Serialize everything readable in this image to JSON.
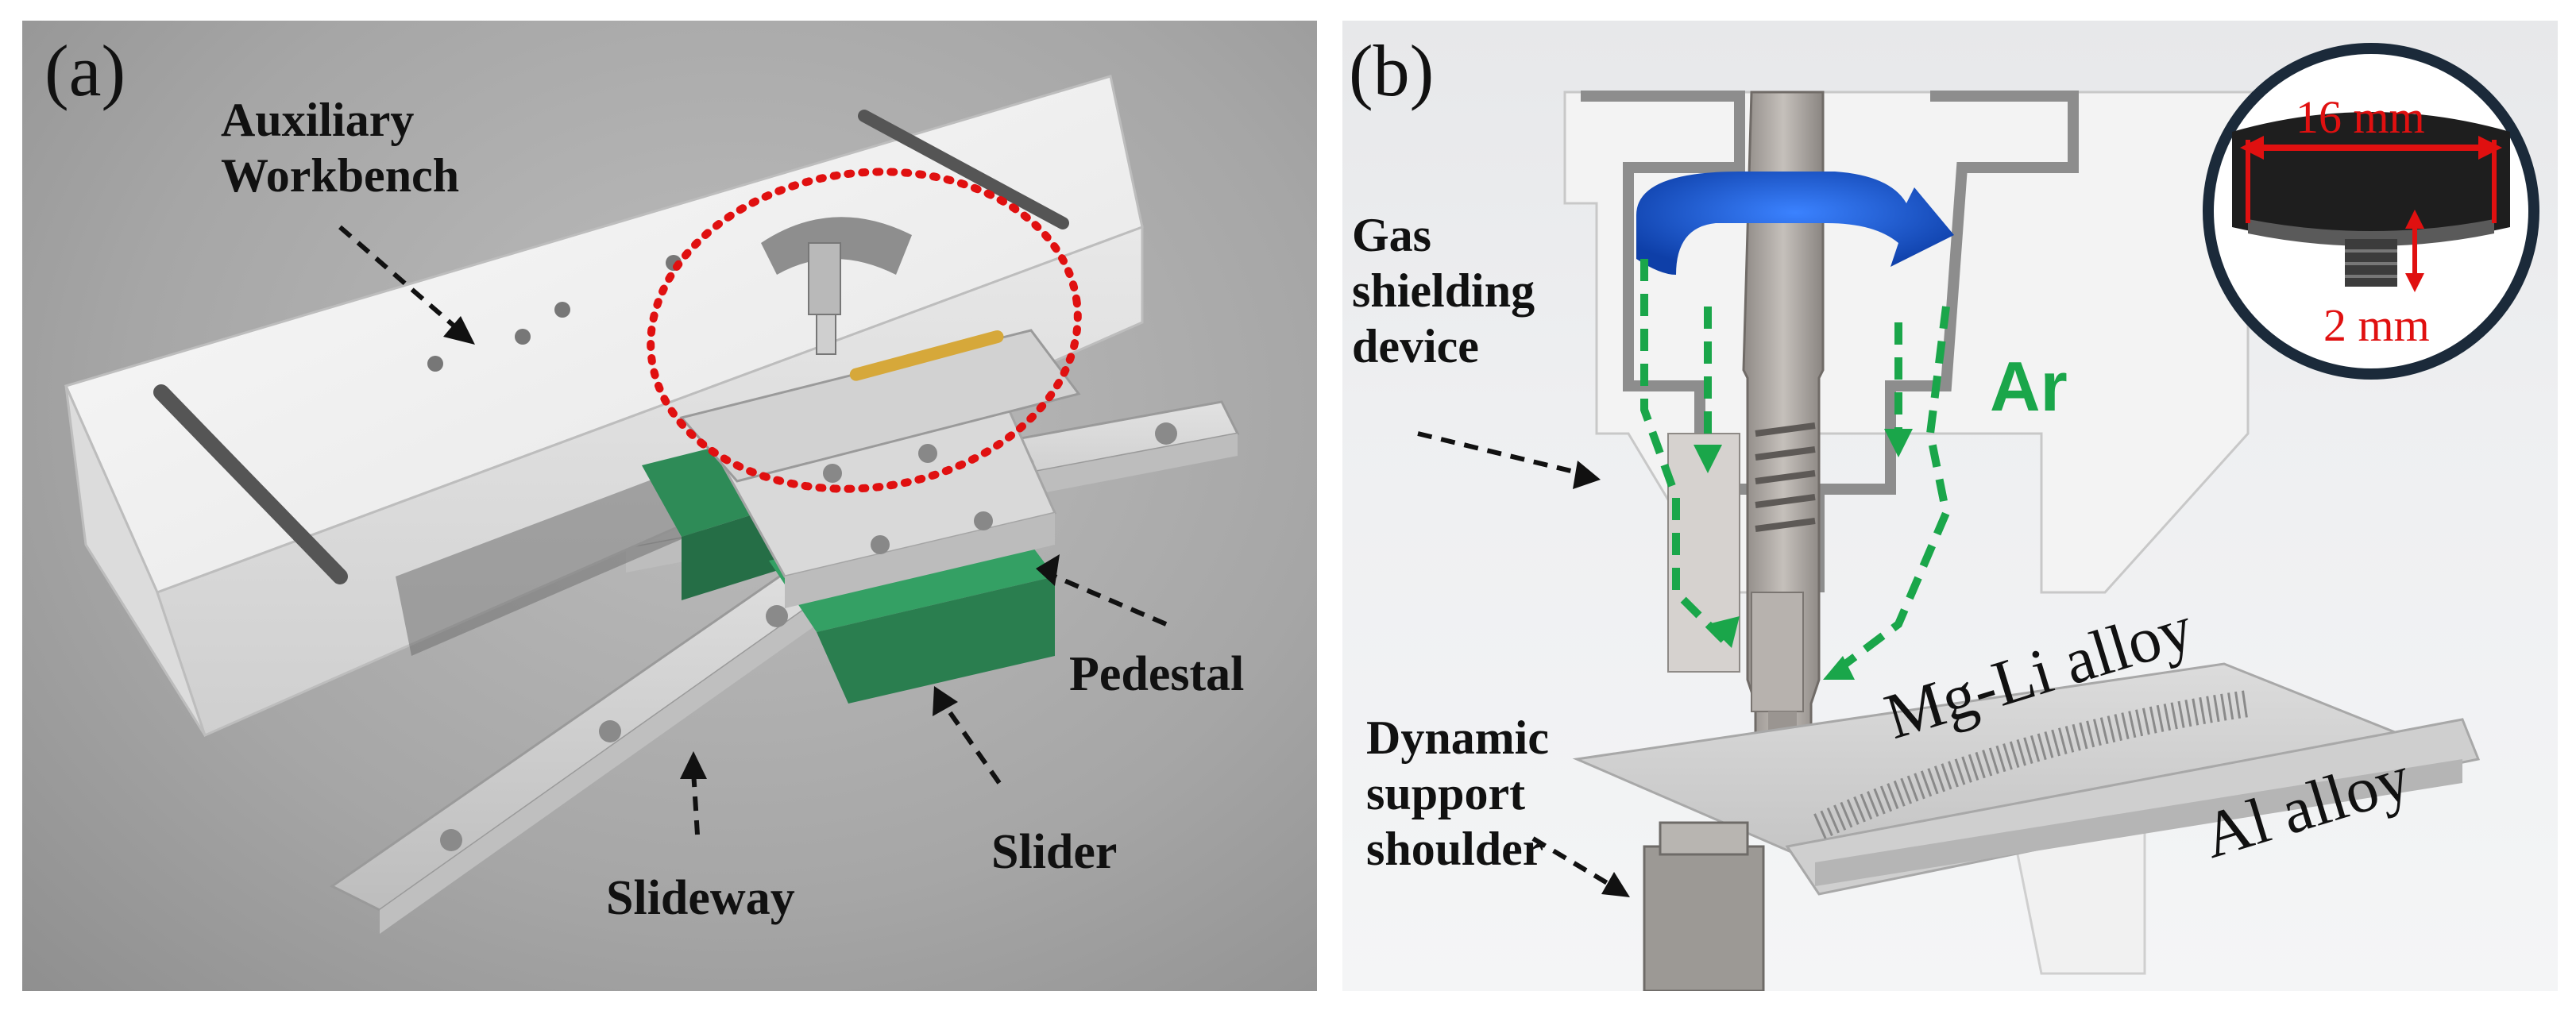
{
  "panel_a": {
    "tag": "(a)",
    "labels": {
      "auxiliary_workbench": "Auxiliary\nWorkbench",
      "pedestal": "Pedestal",
      "slider": "Slider",
      "slideway": "Slideway"
    }
  },
  "panel_b": {
    "tag": "(b)",
    "labels": {
      "gas_shielding_device": "Gas\nshielding\ndevice",
      "dynamic_support_shoulder": "Dynamic\nsupport\nshoulder",
      "ar": "Ar",
      "mg_li_alloy": "Mg-Li alloy",
      "al_alloy": "Al alloy"
    },
    "inset": {
      "width_dim": "16 mm",
      "height_dim": "2 mm"
    }
  },
  "colors": {
    "slider_green": "#2e8b57",
    "highlight_red": "#e01010",
    "gas_flow_green": "#1aa64a",
    "rotation_blue": "#1e5fd6"
  }
}
